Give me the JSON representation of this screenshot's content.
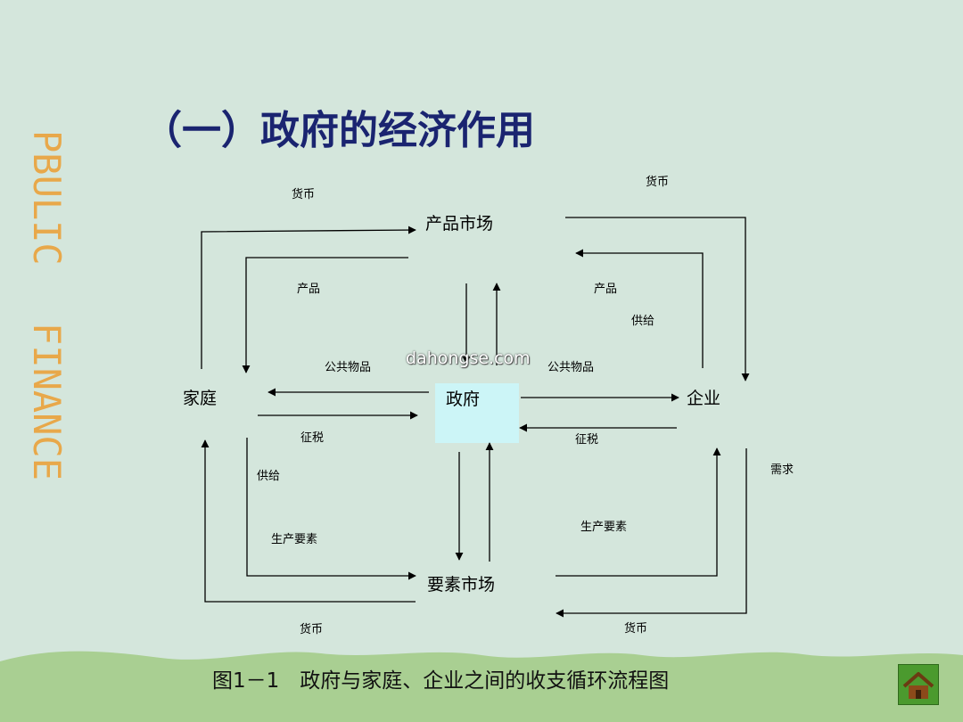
{
  "side_label": {
    "line1": "PBULIC",
    "line2": "FINANCE"
  },
  "title": "（一）政府的经济作用",
  "watermark": "dahongse.com",
  "diagram": {
    "nodes": {
      "product_market": "产品市场",
      "household": "家庭",
      "government": "政府",
      "enterprise": "企业",
      "factor_market": "要素市场"
    },
    "labels": {
      "money_top_left": "货币",
      "money_top_right": "货币",
      "product_left": "产品",
      "product_right": "产品",
      "supply_right": "供给",
      "public_goods_left": "公共物品",
      "public_goods_right": "公共物品",
      "tax_left": "征税",
      "tax_right": "征税",
      "demand": "需求",
      "supply_left": "供给",
      "factors_left": "生产要素",
      "factors_right": "生产要素",
      "money_bottom_left": "货币",
      "money_bottom_right": "货币"
    }
  },
  "caption": "图1－1　政府与家庭、企业之间的收支循环流程图",
  "home_button": {
    "icon": "house-icon"
  }
}
